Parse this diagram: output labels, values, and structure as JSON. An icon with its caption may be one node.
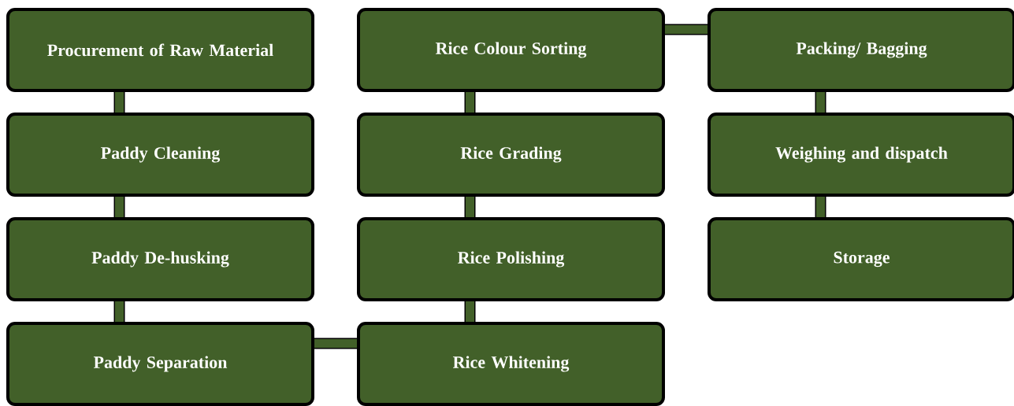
{
  "diagram": {
    "nodes": [
      {
        "text": [
          "Procurement of Raw Material"
        ]
      },
      {
        "text": [
          "Paddy Cleaning"
        ]
      },
      {
        "text": [
          "Paddy De-husking"
        ]
      },
      {
        "text": [
          "Paddy Separation"
        ]
      },
      {
        "text": [
          "Rice Whitening"
        ]
      },
      {
        "text": [
          "Rice Polishing"
        ]
      },
      {
        "text": [
          "Rice Grading"
        ]
      },
      {
        "text": [
          "Rice Colour Sorting"
        ]
      },
      {
        "text": [
          "Packing/ Bagging"
        ]
      },
      {
        "text": [
          "Weighing and dispatch"
        ]
      },
      {
        "text": [
          "Storage"
        ]
      }
    ],
    "edges": [
      {
        "from": 0,
        "to": 1,
        "arrow": "none"
      },
      {
        "from": 1,
        "to": 2,
        "arrow": "none"
      },
      {
        "from": 2,
        "to": 3,
        "arrow": "none"
      },
      {
        "from": 3,
        "to": 4,
        "arrow": "none"
      },
      {
        "from": 4,
        "to": 5,
        "arrow": "none"
      },
      {
        "from": 5,
        "to": 6,
        "arrow": "none"
      },
      {
        "from": 6,
        "to": 7,
        "arrow": "none"
      },
      {
        "from": 7,
        "to": 8,
        "arrow": "none"
      },
      {
        "from": 8,
        "to": 9,
        "arrow": "none"
      },
      {
        "from": 9,
        "to": 10,
        "arrow": "none"
      }
    ]
  }
}
